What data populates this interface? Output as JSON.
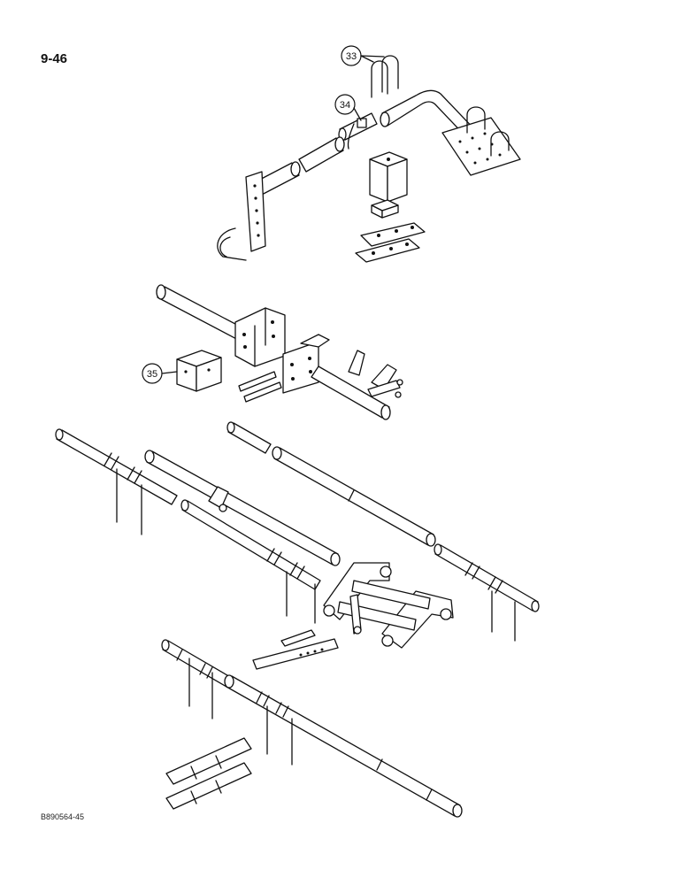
{
  "page": {
    "number": "9-46",
    "figure_code": "B890564-45"
  },
  "callouts": [
    {
      "id": "callout-33",
      "label": "33"
    },
    {
      "id": "callout-34",
      "label": "34"
    },
    {
      "id": "callout-35",
      "label": "35"
    }
  ]
}
